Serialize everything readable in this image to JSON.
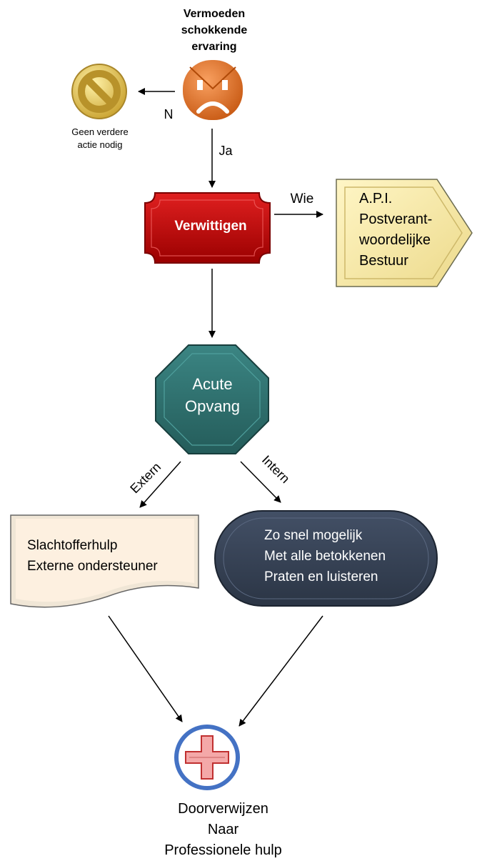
{
  "start": {
    "title": "Vermoeden schokkende ervaring",
    "icon": "sad-face-icon"
  },
  "edge_no_label": "N",
  "edge_yes_label": "Ja",
  "stop": {
    "icon": "no-entry-icon",
    "caption": "Geen verdere actie nodig"
  },
  "notify": {
    "label": "Verwittigen"
  },
  "edge_who_label": "Wie",
  "who": {
    "lines": [
      "A.P.I.",
      "Postverant-",
      "woordelijke",
      "Bestuur"
    ]
  },
  "acute": {
    "line1": "Acute",
    "line2": "Opvang"
  },
  "edge_extern_label": "Extern",
  "edge_intern_label": "Intern",
  "extern": {
    "lines": [
      "Slachtofferhulp",
      "Externe ondersteuner"
    ]
  },
  "intern": {
    "lines": [
      "Zo snel mogelijk",
      "Met alle betokkenen",
      "Praten en luisteren"
    ]
  },
  "final": {
    "icon": "medical-cross-icon",
    "lines": [
      "Doorverwijzen",
      "Naar",
      "Professionele hulp"
    ]
  },
  "colors": {
    "notify": "#c00000",
    "who": "#f6e8a6",
    "acute": "#2e7270",
    "extern": "#fbeedc",
    "intern": "#333f50",
    "start": "#e36c0a",
    "stop": "#d4b23a",
    "final_ring": "#4472c4",
    "final_cross": "#f4a8a8"
  }
}
